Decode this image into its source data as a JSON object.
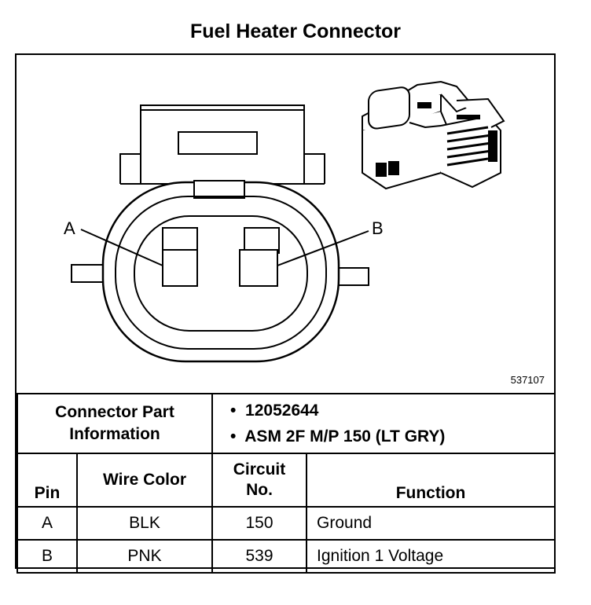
{
  "title": "Fuel Heater Connector",
  "figure_id": "537107",
  "callouts": {
    "a": "A",
    "b": "B"
  },
  "part_info": {
    "label": "Connector Part Information",
    "items": [
      "12052644",
      "ASM 2F M/P 150 (LT GRY)"
    ]
  },
  "table": {
    "headers": {
      "pin": "Pin",
      "wire_color": "Wire Color",
      "circuit_line1": "Circuit",
      "circuit_line2": "No.",
      "function": "Function"
    },
    "rows": [
      {
        "pin": "A",
        "wire_color": "BLK",
        "circuit": "150",
        "function": "Ground"
      },
      {
        "pin": "B",
        "wire_color": "PNK",
        "circuit": "539",
        "function": "Ignition 1 Voltage"
      }
    ]
  }
}
